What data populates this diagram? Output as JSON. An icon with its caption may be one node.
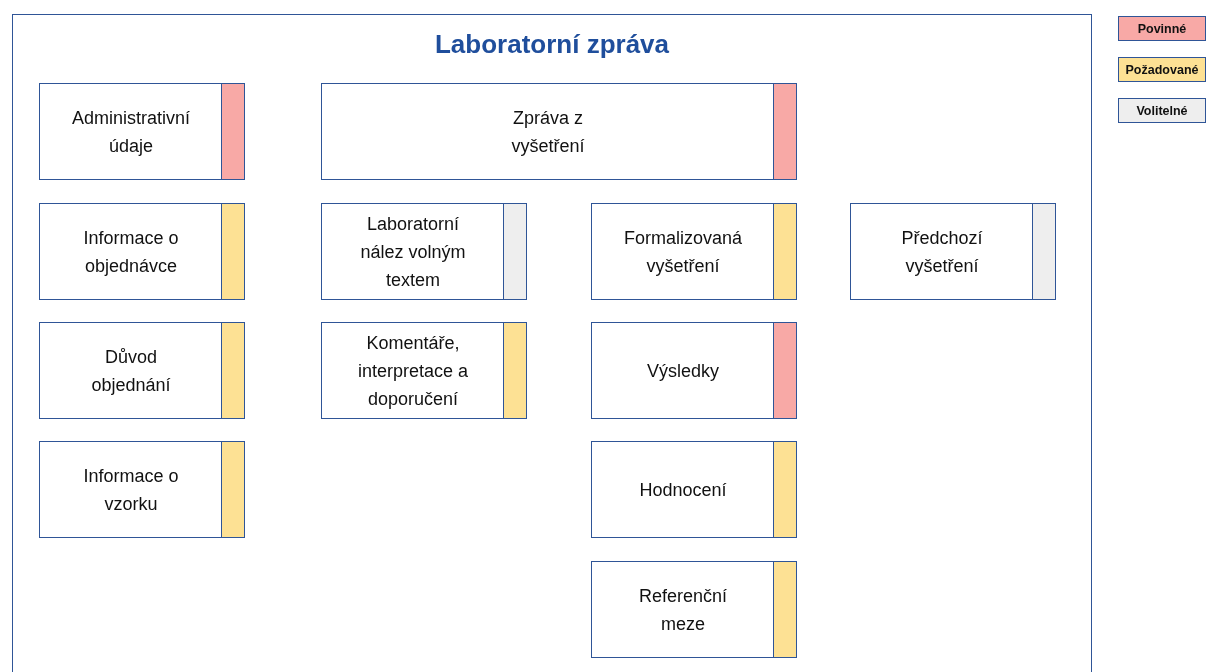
{
  "diagram": {
    "nodes": [
      {
        "text": [
          "Laboratorní zpráva"
        ]
      },
      {
        "text": [
          "Administrativní údaje"
        ],
        "in": 0
      },
      {
        "text": [
          "Zpráva z vyšetření"
        ],
        "in": 0
      },
      {
        "text": [
          "Informace o objednávce"
        ],
        "in": 0
      },
      {
        "text": [
          "Laboratorní nález volným textem"
        ],
        "in": 0
      },
      {
        "text": [
          "Formalizovaná vyšetření"
        ],
        "in": 0
      },
      {
        "text": [
          "Předchozí vyšetření"
        ],
        "in": 0
      },
      {
        "text": [
          "Důvod objednání"
        ],
        "in": 0
      },
      {
        "text": [
          "Komentáře, interpretace a doporučení"
        ],
        "in": 0
      },
      {
        "text": [
          "Výsledky"
        ],
        "in": 0
      },
      {
        "text": [
          "Informace o vzorku"
        ],
        "in": 0
      },
      {
        "text": [
          "Hodnocení"
        ],
        "in": 0
      },
      {
        "text": [
          "Referenční meze"
        ],
        "in": 0
      }
    ],
    "edges": [],
    "legend": [
      {
        "text": "Povinné",
        "color": "#f8a9a6"
      },
      {
        "text": "Požadované",
        "color": "#fde194"
      },
      {
        "text": "Volitelné",
        "color": "#eeeeee"
      }
    ]
  }
}
